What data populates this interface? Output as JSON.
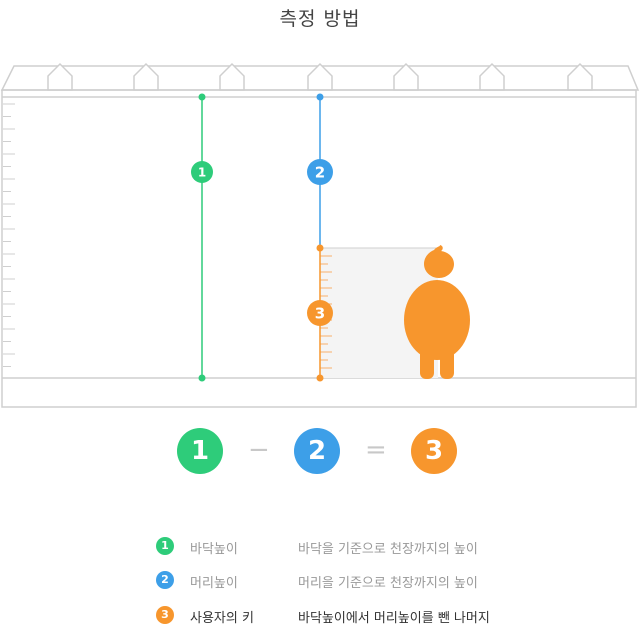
{
  "title": "측정 방법",
  "markers": {
    "m1": "1",
    "m2": "2",
    "m3": "3"
  },
  "equation": {
    "a": "1",
    "minus": "−",
    "b": "2",
    "equals": "=",
    "c": "3"
  },
  "legend": [
    {
      "num": "1",
      "name": "바닥높이",
      "desc": "바닥을 기준으로 천장까지의 높이"
    },
    {
      "num": "2",
      "name": "머리높이",
      "desc": "머리을 기준으로 천장까지의 높이"
    },
    {
      "num": "3",
      "name": "사용자의 키",
      "desc": "바닥높이에서 머리높이를 뺀 나머지"
    }
  ],
  "colors": {
    "green": "#2ecc7a",
    "blue": "#3d9fe8",
    "orange": "#f7962d",
    "line": "#d6d6d6"
  }
}
